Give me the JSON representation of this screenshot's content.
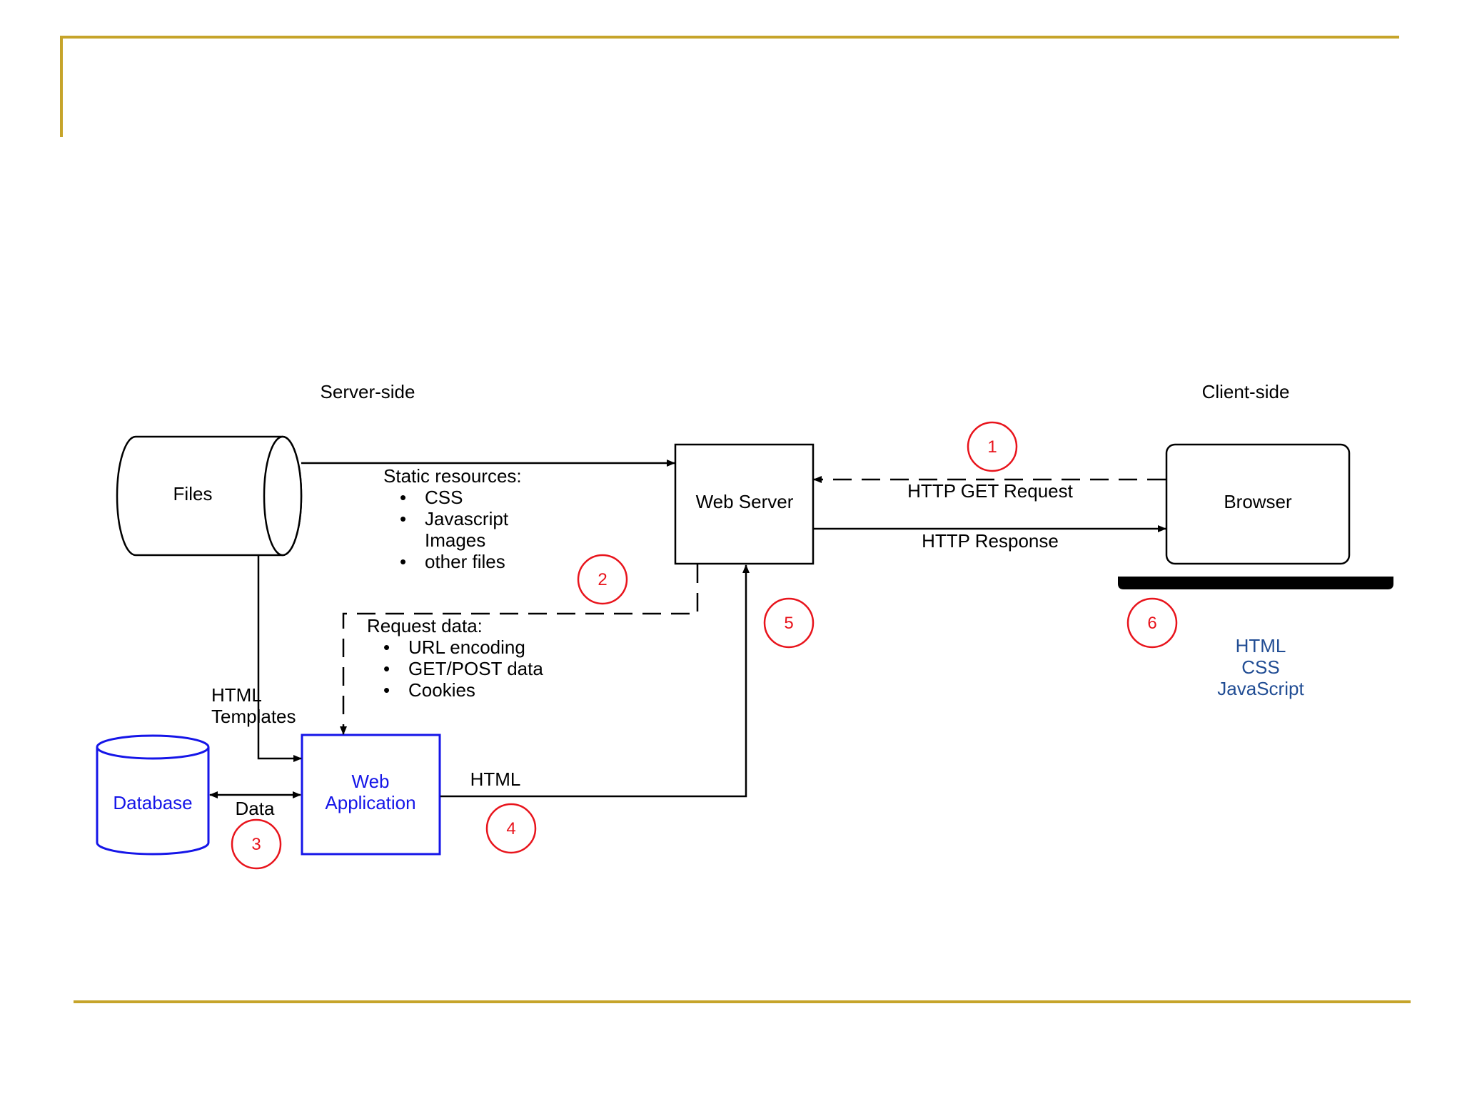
{
  "colors": {
    "frame": "#c6a42a",
    "line": "#000000",
    "step_circle": "#e8141c",
    "webapp_blue": "#1515e8",
    "client_tech_blue": "#214d94",
    "background": "#ffffff"
  },
  "headings": {
    "server_side": "Server-side",
    "client_side": "Client-side"
  },
  "nodes": {
    "files": "Files",
    "web_server": "Web Server",
    "browser": "Browser",
    "database": "Database",
    "web_app_line1": "Web",
    "web_app_line2": "Application"
  },
  "static_resources": {
    "title": "Static resources:",
    "items": [
      "CSS",
      "Javascript",
      "Images",
      "other files"
    ],
    "bullets": [
      "•",
      "•",
      "",
      "•"
    ]
  },
  "request_data": {
    "title": "Request data:",
    "items": [
      "URL encoding",
      "GET/POST data",
      "Cookies"
    ],
    "bullet": "•"
  },
  "edge_labels": {
    "http_get": "HTTP GET Request",
    "http_response": "HTTP Response",
    "html_templates_line1": "HTML",
    "html_templates_line2": "Templates",
    "data": "Data",
    "html": "HTML"
  },
  "steps": [
    "1",
    "2",
    "3",
    "4",
    "5",
    "6"
  ],
  "client_tech": [
    "HTML",
    "CSS",
    "JavaScript"
  ]
}
